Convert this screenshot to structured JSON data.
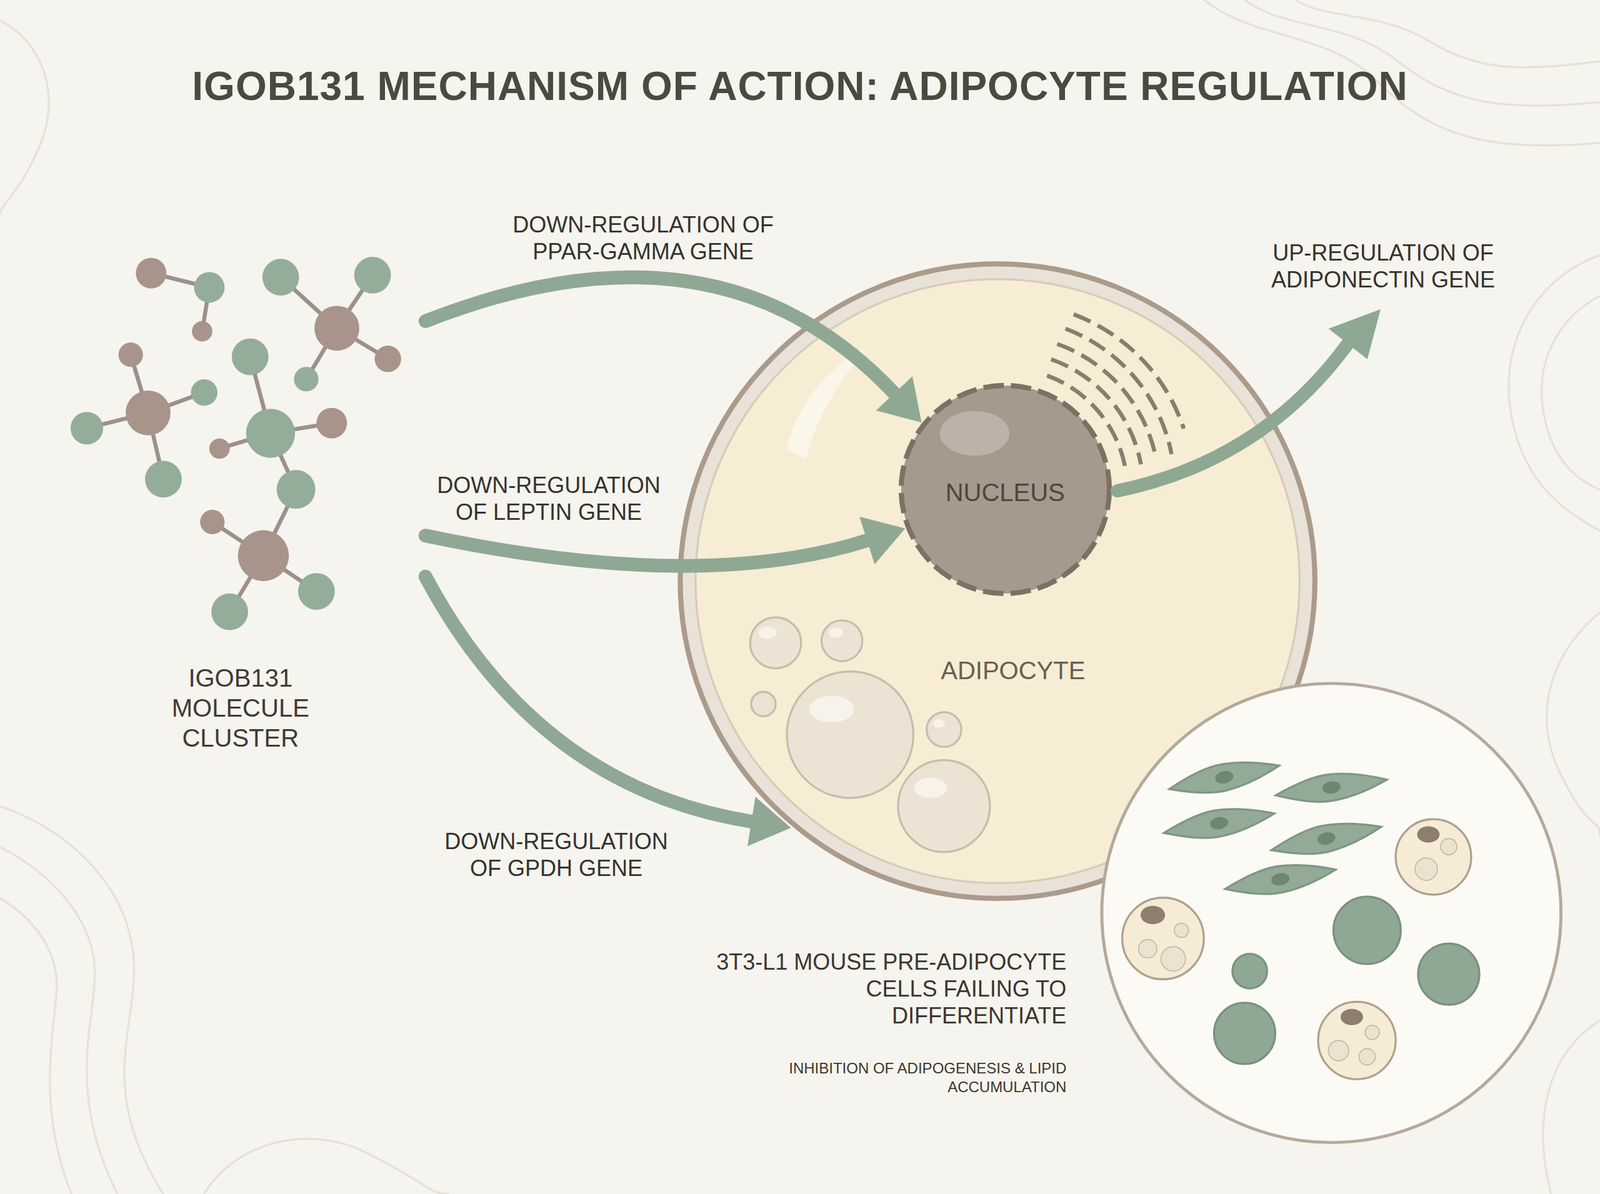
{
  "diagram": {
    "title": "IGOB131 MECHANISM OF ACTION: ADIPOCYTE REGULATION",
    "nodes": [
      {
        "text": [
          "IGOB131 MOLECULE CLUSTER"
        ]
      },
      {
        "text": [
          "ADIPOCYTE"
        ]
      },
      {
        "text": [
          "NUCLEUS"
        ],
        "in": 1
      },
      {
        "text": [
          "3T3-L1 MOUSE PRE-ADIPOCYTE CELLS FAILING TO DIFFERENTIATE",
          "INHIBITION OF ADIPOGENESIS & LIPID ACCUMULATION"
        ]
      }
    ],
    "edges": [
      {
        "from": 0,
        "to": 2,
        "label": "DOWN-REGULATION OF PPAR-GAMMA GENE",
        "arrow": "to"
      },
      {
        "from": 0,
        "to": 2,
        "label": "DOWN-REGULATION OF LEPTIN GENE",
        "arrow": "to"
      },
      {
        "from": 0,
        "to": 1,
        "label": "DOWN-REGULATION OF GPDH GENE",
        "arrow": "to"
      }
    ],
    "labels": [
      "UP-REGULATION OF ADIPONECTIN GENE"
    ]
  }
}
